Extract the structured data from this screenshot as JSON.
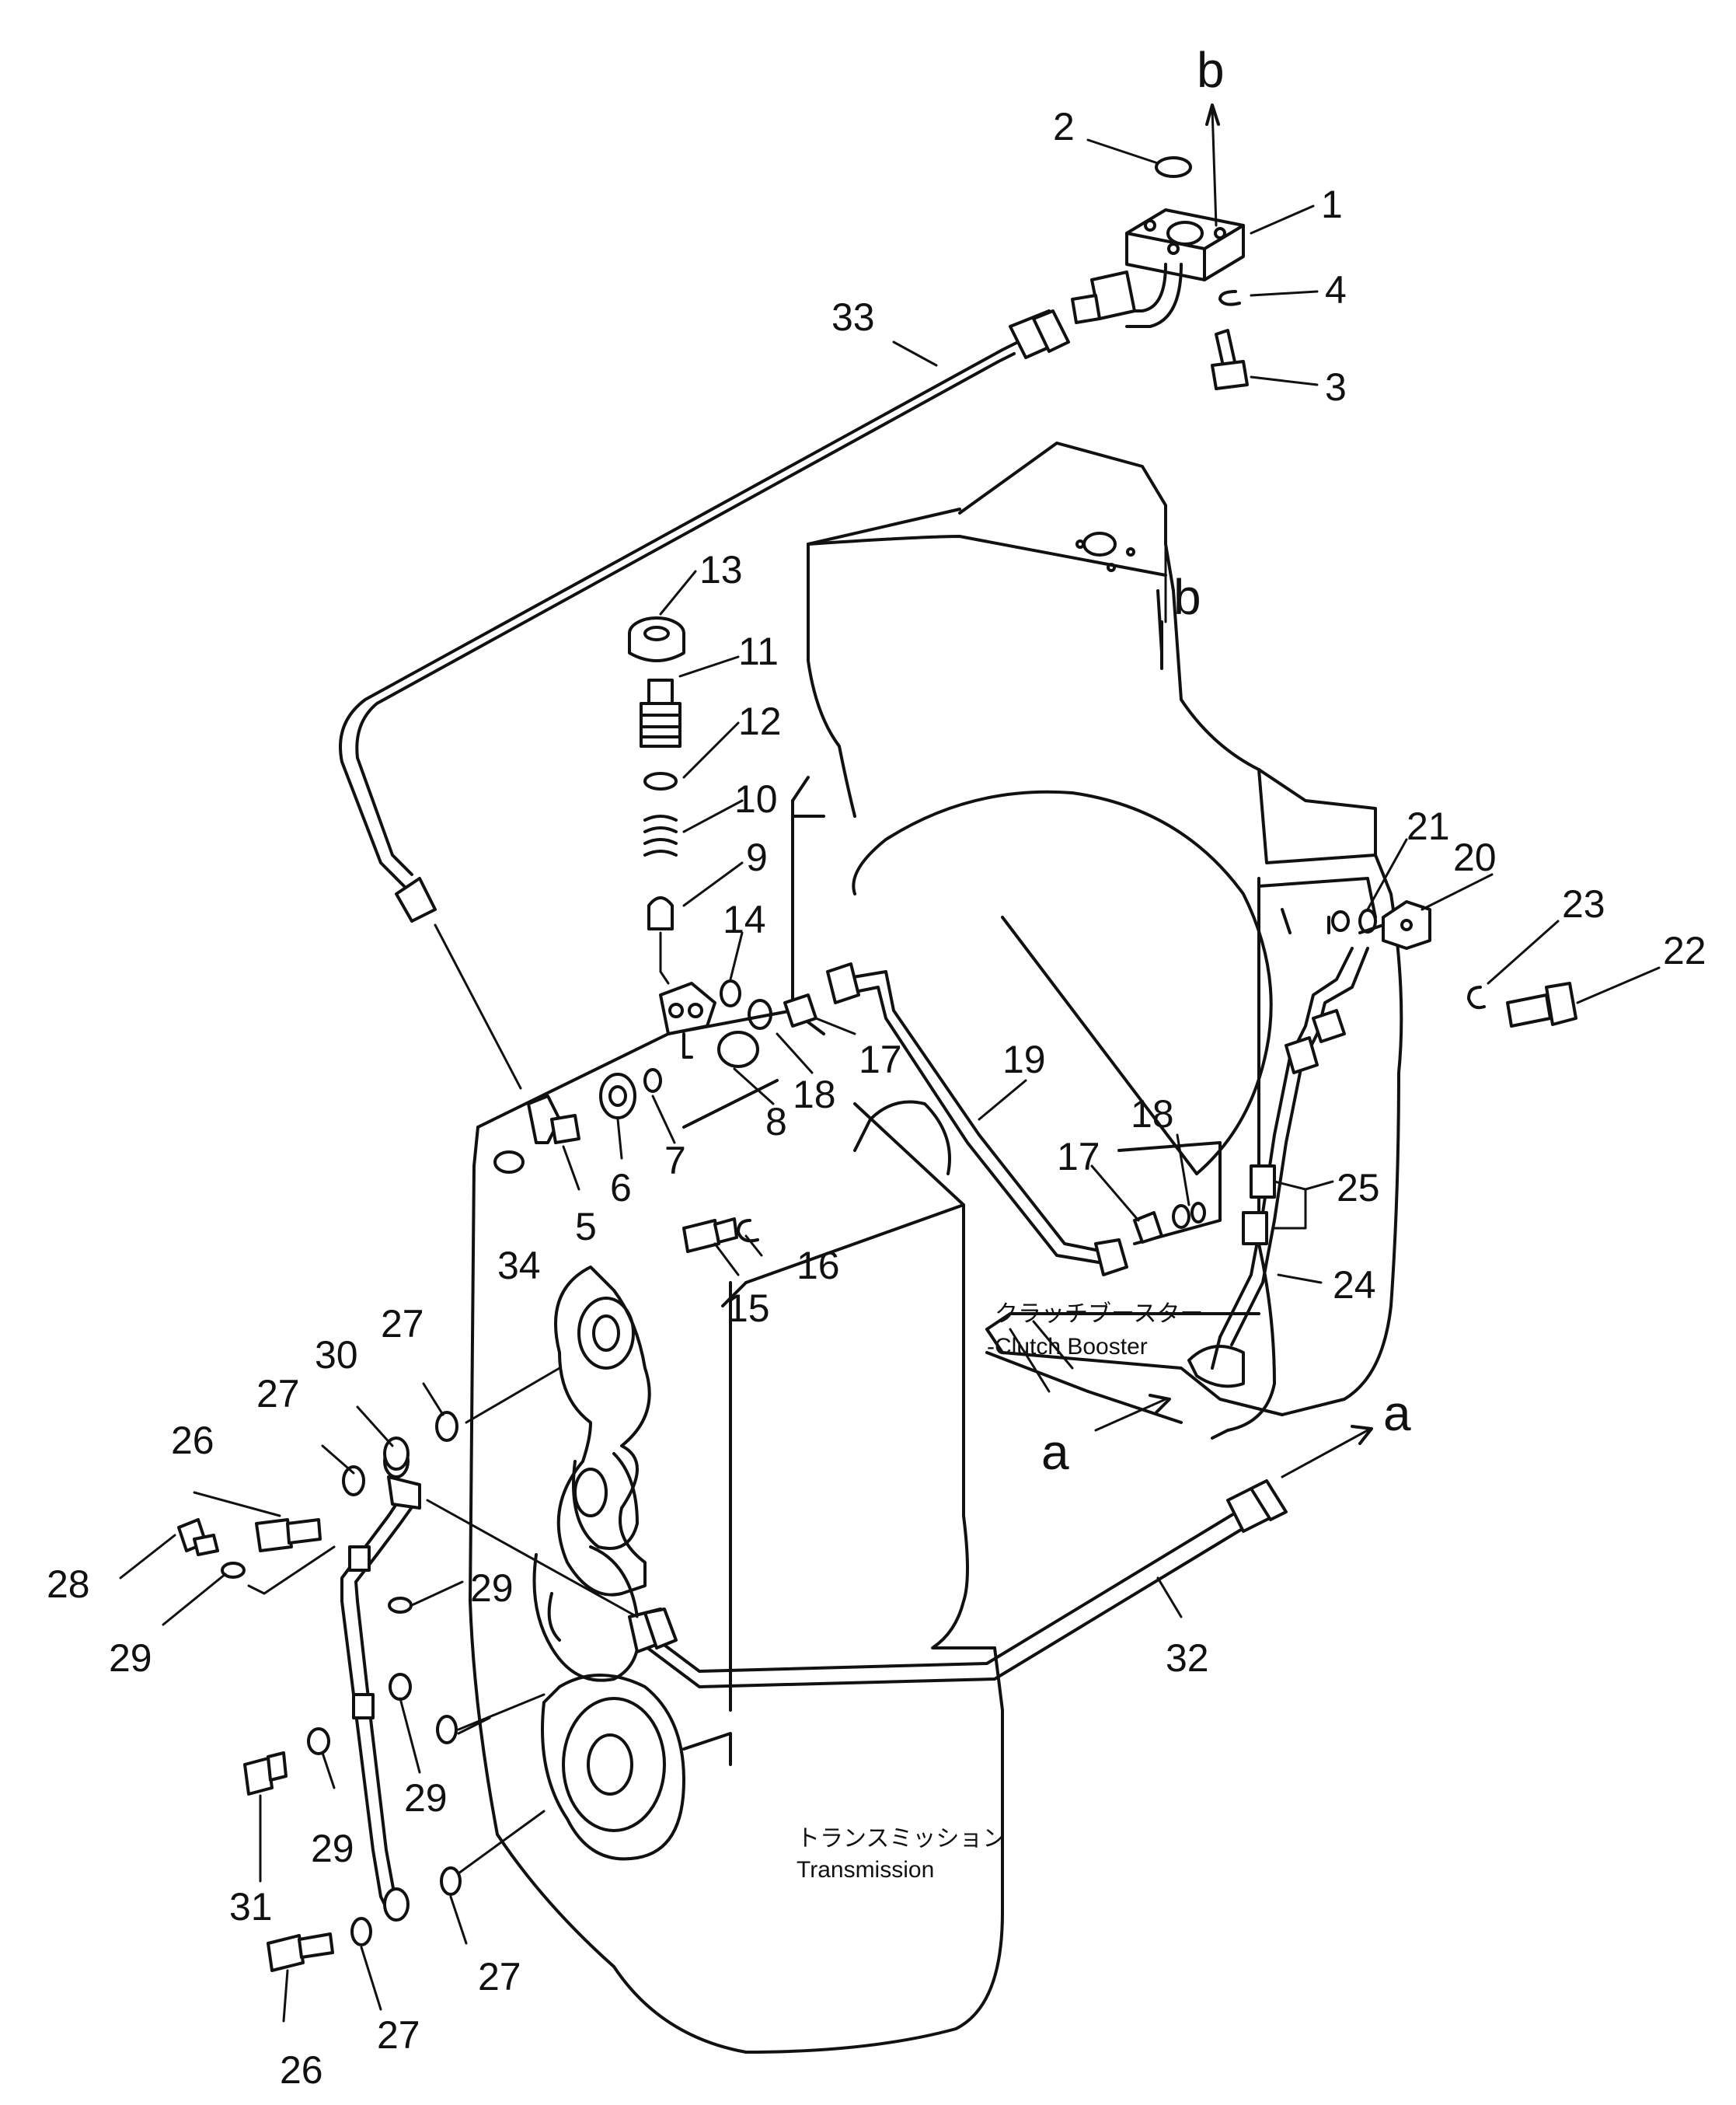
{
  "refs": {
    "b_top": "b",
    "b_body": "b",
    "a_right": "a",
    "a_left": "a"
  },
  "captions": {
    "clutch_jp": "クラッチブースター",
    "clutch_en": "-Clutch Booster",
    "trans_jp": "トランスミッション",
    "trans_en": "Transmission"
  },
  "parts": {
    "p1": "1",
    "p2": "2",
    "p3": "3",
    "p4": "4",
    "p5": "5",
    "p6": "6",
    "p7": "7",
    "p8": "8",
    "p9": "9",
    "p10": "10",
    "p11": "11",
    "p12": "12",
    "p13": "13",
    "p14": "14",
    "p15": "15",
    "p16": "16",
    "p17a": "17",
    "p17b": "17",
    "p18a": "18",
    "p18b": "18",
    "p19": "19",
    "p20": "20",
    "p21": "21",
    "p22": "22",
    "p23": "23",
    "p24": "24",
    "p25": "25",
    "p26a": "26",
    "p26b": "26",
    "p27a": "27",
    "p27b": "27",
    "p27c": "27",
    "p27d": "27",
    "p28": "28",
    "p29a": "29",
    "p29b": "29",
    "p29c": "29",
    "p29d": "29",
    "p30": "30",
    "p31": "31",
    "p32": "32",
    "p33": "33",
    "p34": "34"
  }
}
